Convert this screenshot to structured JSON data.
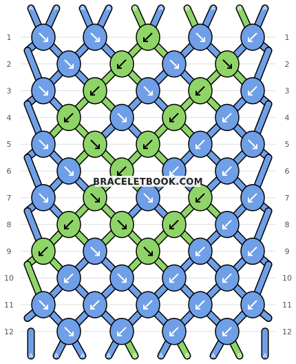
{
  "colors": {
    "A": "#6f9fe6",
    "B": "#8fd468",
    "outline": "#000000",
    "arrow": "#ffffff",
    "grid_line": "#dddddd",
    "label": "#555555"
  },
  "threads_top": [
    "A",
    "A",
    "A",
    "A",
    "B",
    "A",
    "B",
    "A",
    "B",
    "A"
  ],
  "threads_bottom": [
    "A",
    "A",
    "A",
    "A",
    "B",
    "A",
    "B",
    "A",
    "B",
    "A"
  ],
  "row_numbers": [
    "1",
    "2",
    "3",
    "4",
    "5",
    "6",
    "7",
    "8",
    "9",
    "10",
    "11",
    "12"
  ],
  "rows": [
    [
      {
        "c": "A",
        "d": "se"
      },
      {
        "c": "A",
        "d": "se"
      },
      {
        "c": "B",
        "d": "sw"
      },
      {
        "c": "A",
        "d": "se"
      },
      {
        "c": "A",
        "d": "sw"
      }
    ],
    [
      {
        "c": "A",
        "d": "se"
      },
      {
        "c": "B",
        "d": "sw"
      },
      {
        "c": "A",
        "d": "se"
      },
      {
        "c": "B",
        "d": "se"
      }
    ],
    [
      {
        "c": "A",
        "d": "se"
      },
      {
        "c": "B",
        "d": "sw"
      },
      {
        "c": "A",
        "d": "se"
      },
      {
        "c": "B",
        "d": "sw"
      },
      {
        "c": "A",
        "d": "sw"
      }
    ],
    [
      {
        "c": "B",
        "d": "sw"
      },
      {
        "c": "A",
        "d": "se"
      },
      {
        "c": "B",
        "d": "sw"
      },
      {
        "c": "A",
        "d": "sw"
      }
    ],
    [
      {
        "c": "A",
        "d": "se"
      },
      {
        "c": "B",
        "d": "se"
      },
      {
        "c": "B",
        "d": "sw"
      },
      {
        "c": "A",
        "d": "sw"
      },
      {
        "c": "A",
        "d": "se"
      }
    ],
    [
      {
        "c": "A",
        "d": "se"
      },
      {
        "c": "B",
        "d": "sw"
      },
      {
        "c": "A",
        "d": "sw"
      },
      {
        "c": "A",
        "d": "sw"
      }
    ],
    [
      {
        "c": "A",
        "d": "se"
      },
      {
        "c": "B",
        "d": "se"
      },
      {
        "c": "A",
        "d": "se"
      },
      {
        "c": "B",
        "d": "sw"
      },
      {
        "c": "A",
        "d": "sw"
      }
    ],
    [
      {
        "c": "B",
        "d": "sw"
      },
      {
        "c": "B",
        "d": "se"
      },
      {
        "c": "B",
        "d": "sw"
      },
      {
        "c": "A",
        "d": "sw"
      }
    ],
    [
      {
        "c": "B",
        "d": "sw"
      },
      {
        "c": "A",
        "d": "se"
      },
      {
        "c": "B",
        "d": "se"
      },
      {
        "c": "A",
        "d": "sw"
      },
      {
        "c": "A",
        "d": "sw"
      }
    ],
    [
      {
        "c": "A",
        "d": "sw"
      },
      {
        "c": "A",
        "d": "se"
      },
      {
        "c": "A",
        "d": "sw"
      },
      {
        "c": "A",
        "d": "sw"
      }
    ],
    [
      {
        "c": "A",
        "d": "se"
      },
      {
        "c": "A",
        "d": "sw"
      },
      {
        "c": "A",
        "d": "sw"
      },
      {
        "c": "A",
        "d": "sw"
      },
      {
        "c": "A",
        "d": "sw"
      }
    ],
    [
      {
        "c": "A",
        "d": "se"
      },
      {
        "c": "A",
        "d": "sw"
      },
      {
        "c": "A",
        "d": "sw"
      },
      {
        "c": "A",
        "d": "sw"
      }
    ]
  ],
  "watermark": "BRACELETBOOK.COM"
}
